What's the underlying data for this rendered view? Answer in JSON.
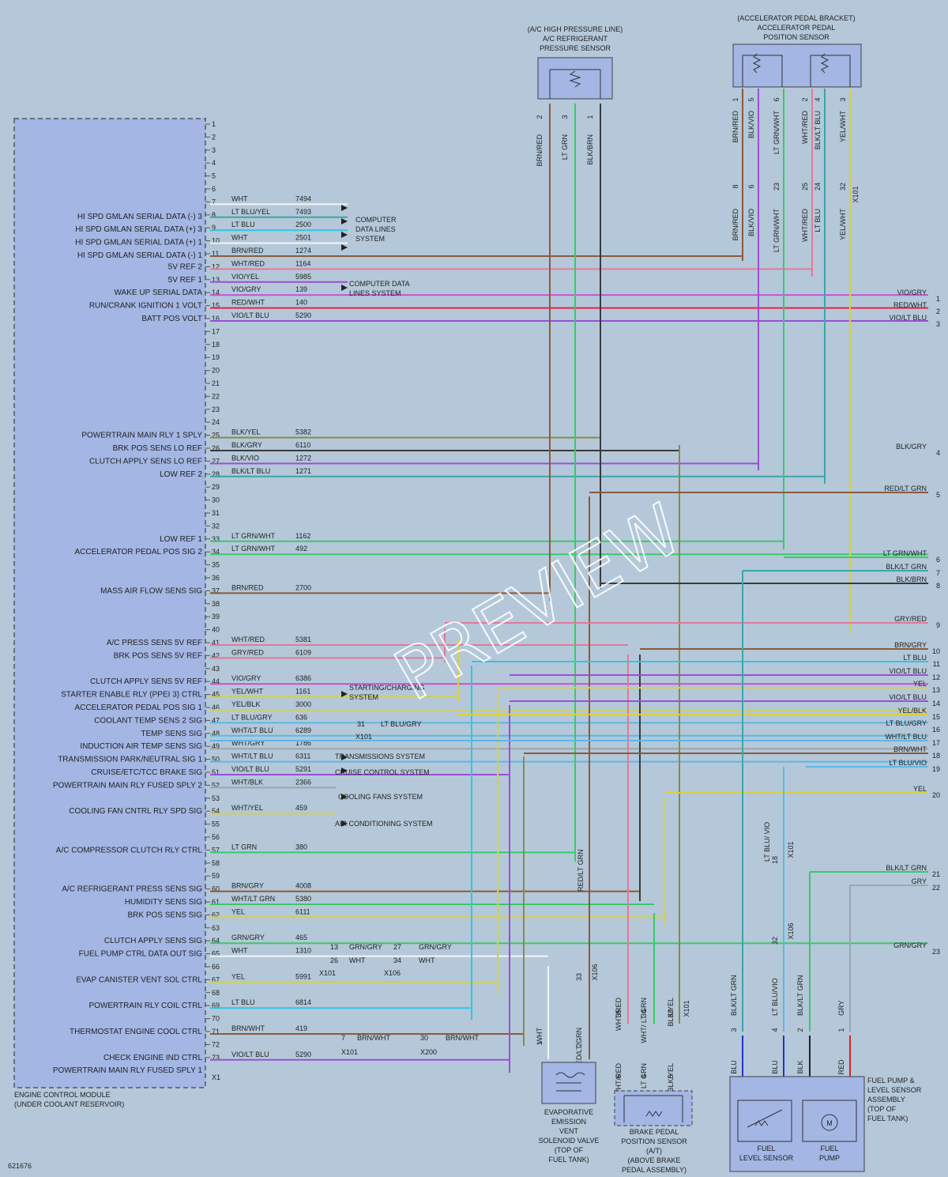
{
  "diagram_id": "621676",
  "ecm": {
    "name": "ENGINE CONTROL MODULE",
    "location": "(UNDER COOLANT RESERVOIR)",
    "connector": "X1"
  },
  "watermark": "PREVIEW",
  "components": {
    "ac_sensor": [
      "(A/C HIGH PRESSURE LINE)",
      "A/C REFRIGERANT",
      "PRESSURE SENSOR"
    ],
    "app_sensor": [
      "(ACCELERATOR PEDAL BRACKET)",
      "ACCELERATOR PEDAL",
      "POSITION SENSOR"
    ],
    "evap_valve": [
      "EVAPORATIVE",
      "EMISSION",
      "VENT",
      "SOLENOID VALVE",
      "(TOP OF",
      "FUEL TANK)"
    ],
    "brake_sensor": [
      "BRAKE PEDAL",
      "POSITION SENSOR",
      "(A/T)",
      "(ABOVE BRAKE",
      "PEDAL ASSEMBLY)"
    ],
    "fuel_pump_assembly": [
      "FUEL PUMP &",
      "LEVEL SENSOR",
      "ASSEMBLY",
      "(TOP OF",
      "FUEL TANK)"
    ],
    "fuel_level_sensor": [
      "FUEL",
      "LEVEL SENSOR"
    ],
    "fuel_pump": [
      "FUEL",
      "PUMP"
    ]
  },
  "ecm_pins": [
    {
      "pin": "7",
      "label": "",
      "wire": "WHT",
      "circuit": "7494"
    },
    {
      "pin": "8",
      "label": "HI SPD GMLAN SERIAL DATA (-) 3",
      "wire": "LT BLU/YEL",
      "circuit": "7493"
    },
    {
      "pin": "9",
      "label": "HI SPD GMLAN SERIAL DATA (+) 3",
      "wire": "LT BLU",
      "circuit": "2500"
    },
    {
      "pin": "10",
      "label": "HI SPD GMLAN SERIAL DATA (+) 1",
      "wire": "WHT",
      "circuit": "2501"
    },
    {
      "pin": "11",
      "label": "HI SPD GMLAN SERIAL DATA (-) 1",
      "wire": "BRN/RED",
      "circuit": "1274"
    },
    {
      "pin": "12",
      "label": "5V REF 2",
      "wire": "WHT/RED",
      "circuit": "1164"
    },
    {
      "pin": "13",
      "label": "5V REF 1",
      "wire": "VIO/YEL",
      "circuit": "5985"
    },
    {
      "pin": "14",
      "label": "WAKE UP SERIAL DATA",
      "wire": "VIO/GRY",
      "circuit": "139"
    },
    {
      "pin": "15",
      "label": "RUN/CRANK IGNITION 1 VOLT",
      "wire": "RED/WHT",
      "circuit": "140"
    },
    {
      "pin": "16",
      "label": "BATT POS VOLT",
      "wire": "VIO/LT BLU",
      "circuit": "5290"
    },
    {
      "pin": "25",
      "label": "POWERTRAIN MAIN RLY 1 SPLY",
      "wire": "BLK/YEL",
      "circuit": "5382"
    },
    {
      "pin": "26",
      "label": "BRK POS SENS LO REF",
      "wire": "BLK/GRY",
      "circuit": "6110"
    },
    {
      "pin": "27",
      "label": "CLUTCH APPLY SENS LO REF",
      "wire": "BLK/VIO",
      "circuit": "1272"
    },
    {
      "pin": "28",
      "label": "LOW REF 2",
      "wire": "BLK/LT BLU",
      "circuit": "1271"
    },
    {
      "pin": "33",
      "label": "LOW REF 1",
      "wire": "LT GRN/WHT",
      "circuit": "1162"
    },
    {
      "pin": "34",
      "label": "ACCELERATOR PEDAL POS SIG 2",
      "wire": "LT GRN/WHT",
      "circuit": "492"
    },
    {
      "pin": "37",
      "label": "MASS AIR FLOW SENS SIG",
      "wire": "BRN/RED",
      "circuit": "2700"
    },
    {
      "pin": "41",
      "label": "A/C PRESS SENS 5V REF",
      "wire": "WHT/RED",
      "circuit": "5381"
    },
    {
      "pin": "42",
      "label": "BRK POS SENS 5V REF",
      "wire": "GRY/RED",
      "circuit": "6109"
    },
    {
      "pin": "44",
      "label": "CLUTCH APPLY SENS 5V REF",
      "wire": "VIO/GRY",
      "circuit": "6386"
    },
    {
      "pin": "45",
      "label": "STARTER ENABLE RLY (PPEI 3) CTRL",
      "wire": "YEL/WHT",
      "circuit": "1161"
    },
    {
      "pin": "46",
      "label": "ACCELERATOR PEDAL POS SIG 1",
      "wire": "YEL/BLK",
      "circuit": "3000"
    },
    {
      "pin": "47",
      "label": "COOLANT TEMP SENS 2 SIG",
      "wire": "LT BLU/GRY",
      "circuit": "636"
    },
    {
      "pin": "48",
      "label": "TEMP SENS SIG",
      "wire": "WHT/LT BLU",
      "circuit": "6289"
    },
    {
      "pin": "49",
      "label": "INDUCTION AIR TEMP SENS SIG",
      "wire": "WHT/GRY",
      "circuit": "1786"
    },
    {
      "pin": "50",
      "label": "TRANSMISSION PARK/NEUTRAL SIG 1",
      "wire": "WHT/LT BLU",
      "circuit": "6311"
    },
    {
      "pin": "51",
      "label": "CRUISE/ETC/TCC BRAKE SIG",
      "wire": "VIO/LT BLU",
      "circuit": "5291"
    },
    {
      "pin": "52",
      "label": "POWERTRAIN MAIN RLY FUSED SPLY 2",
      "wire": "WHT/BLK",
      "circuit": "2366"
    },
    {
      "pin": "54",
      "label": "COOLING FAN CNTRL RLY SPD SIG",
      "wire": "WHT/YEL",
      "circuit": "459"
    },
    {
      "pin": "57",
      "label": "A/C COMPRESSOR CLUTCH RLY CTRL",
      "wire": "LT GRN",
      "circuit": "380"
    },
    {
      "pin": "60",
      "label": "A/C REFRIGERANT PRESS SENS SIG",
      "wire": "BRN/GRY",
      "circuit": "4008"
    },
    {
      "pin": "61",
      "label": "HUMIDITY SENS SIG",
      "wire": "WHT/LT GRN",
      "circuit": "5380"
    },
    {
      "pin": "62",
      "label": "BRK POS SENS SIG",
      "wire": "YEL",
      "circuit": "6111"
    },
    {
      "pin": "64",
      "label": "CLUTCH APPLY SENS SIG",
      "wire": "GRN/GRY",
      "circuit": "465"
    },
    {
      "pin": "65",
      "label": "FUEL PUMP CTRL DATA OUT SIG",
      "wire": "WHT",
      "circuit": "1310"
    },
    {
      "pin": "67",
      "label": "EVAP CANISTER VENT SOL CTRL",
      "wire": "YEL",
      "circuit": "5991"
    },
    {
      "pin": "69",
      "label": "POWERTRAIN RLY COIL CTRL",
      "wire": "LT BLU",
      "circuit": "6814"
    },
    {
      "pin": "71",
      "label": "THERMOSTAT ENGINE COOL CTRL",
      "wire": "BRN/WHT",
      "circuit": "419"
    },
    {
      "pin": "73",
      "label": "CHECK ENGINE IND CTRL",
      "wire": "VIO/LT BLU",
      "circuit": "5290"
    }
  ],
  "extra_ecm_label": "POWERTRAIN MAIN RLY FUSED SPLY 1",
  "notes": {
    "computer_data_1": [
      "COMPUTER",
      "DATA LINES",
      "SYSTEM"
    ],
    "computer_data_2": [
      "COMPUTER DATA",
      "LINES SYSTEM"
    ],
    "starting": [
      "STARTING/CHARGING",
      "SYSTEM"
    ],
    "transmissions": "TRANSMISSIONS SYSTEM",
    "cruise": "CRUISE CONTROL SYSTEM",
    "cooling": "COOLING FANS SYSTEM",
    "ac": "AIR CONDITIONING SYSTEM"
  },
  "right_terminals": [
    {
      "num": "1",
      "wire": "VIO/GRY"
    },
    {
      "num": "2",
      "wire": "RED/WHT"
    },
    {
      "num": "3",
      "wire": "VIO/LT BLU"
    },
    {
      "num": "4",
      "wire": "BLK/GRY"
    },
    {
      "num": "5",
      "wire": "RED/LT GRN"
    },
    {
      "num": "6",
      "wire": "LT GRN/WHT"
    },
    {
      "num": "7",
      "wire": "BLK/LT GRN"
    },
    {
      "num": "8",
      "wire": "BLK/BRN"
    },
    {
      "num": "9",
      "wire": "GRY/RED"
    },
    {
      "num": "10",
      "wire": "BRN/GRY"
    },
    {
      "num": "11",
      "wire": "LT BLU"
    },
    {
      "num": "12",
      "wire": "VIO/LT BLU"
    },
    {
      "num": "13",
      "wire": "YEL"
    },
    {
      "num": "14",
      "wire": "VIO/LT BLU"
    },
    {
      "num": "15",
      "wire": "YEL/BLK"
    },
    {
      "num": "16",
      "wire": "LT BLU/GRY"
    },
    {
      "num": "17",
      "wire": "WHT/LT BLU"
    },
    {
      "num": "18",
      "wire": "BRN/WHT"
    },
    {
      "num": "19",
      "wire": "LT BLU/VIO"
    },
    {
      "num": "20",
      "wire": "YEL"
    },
    {
      "num": "21",
      "wire": "BLK/LT GRN"
    },
    {
      "num": "22",
      "wire": "GRY"
    },
    {
      "num": "23",
      "wire": "GRN/GRY"
    }
  ],
  "connectors": {
    "x101": "X101",
    "x106": "X106",
    "x200": "X200",
    "x101_31": "31",
    "x101_31_wire": "LT BLU/GRY",
    "x101_13": "13",
    "x101_13_wire": "GRN/GRY",
    "x106_27": "27",
    "x106_27_wire": "GRN/GRY",
    "x101_26": "26",
    "x101_26_wire": "WHT",
    "x106_34": "34",
    "x106_34_wire": "WHT",
    "x101_7": "7",
    "x101_7_wire": "BRN/WHT",
    "x200_30": "30",
    "x200_30_wire": "BRN/WHT"
  },
  "ac_sensor_pins": [
    {
      "pin": "2",
      "wire": "BRN/RED"
    },
    {
      "pin": "3",
      "wire": "LT GRN"
    },
    {
      "pin": "1",
      "wire": "BLK/BRN"
    }
  ],
  "app_pins": [
    {
      "pin": "1",
      "wire": "BRN/RED",
      "cpin": "8",
      "cwire": "BRN/RED"
    },
    {
      "pin": "5",
      "wire": "BLK/VIO",
      "cpin": "6",
      "cwire": "BLK/VIO"
    },
    {
      "pin": "6",
      "wire": "LT GRN/WHT",
      "cpin": "23",
      "cwire": "LT GRN/WHT"
    },
    {
      "pin": "2",
      "wire": "WHT/RED",
      "cpin": "25",
      "cwire": "WHT/RED"
    },
    {
      "pin": "4",
      "wire": "BLK/LT BLU",
      "cpin": "24",
      "cwire": "LT BLU"
    },
    {
      "pin": "3",
      "wire": "YEL/WHT",
      "cpin": "32",
      "cwire": "YEL/WHT"
    }
  ],
  "evap_pins": [
    {
      "pin": "1",
      "wire": "WHT"
    },
    {
      "pin": "2",
      "wire": "RED/LT GRN"
    },
    {
      "pin": "33",
      "wire": "RED/LT GRN"
    }
  ],
  "brake_pins": [
    {
      "pin": "6",
      "wire": "WHT/RED",
      "cpin": "35",
      "cwire": "WHT/RED"
    },
    {
      "pin": "4",
      "wire": "WHT/ LT GRN",
      "cpin": "34",
      "cwire": "WHT/ LT GRN"
    },
    {
      "pin": "5",
      "wire": "BLK/YEL",
      "cpin": "33",
      "cwire": "BLK/YEL"
    }
  ],
  "fuel_pins": [
    {
      "pin": "3",
      "wire": "BLU",
      "cwire": "BLK/LT GRN"
    },
    {
      "pin": "4",
      "wire": "BLU",
      "cwire": "LT BLU/VIO",
      "cpin": "32",
      "cpin2": "18",
      "cwire2": "LT BLU/ VIO"
    },
    {
      "pin": "2",
      "wire": "BLK",
      "cwire": "BLK/LT GRN"
    },
    {
      "pin": "1",
      "wire": "RED",
      "cwire": "GRY"
    }
  ],
  "vertical_redltgrn": "RED/LT GRN",
  "colors": {
    "background": "#b4c8d9",
    "ecm_fill": "#a3b6e4",
    "brown": "#8b5a3c",
    "pink": "#e07a9a",
    "violet": "#9a4fd6",
    "magenta": "#c84fd6",
    "red": "#e0264d",
    "green": "#3cc86a",
    "teal": "#3aa6a8",
    "cyan": "#2ec6e6",
    "yellow": "#d8d040",
    "lightblue": "#5ab8e6",
    "gray": "#9aa6b0",
    "olive": "#8a8a48",
    "white": "#f4f4f4",
    "dark": "#3a3a3a"
  }
}
